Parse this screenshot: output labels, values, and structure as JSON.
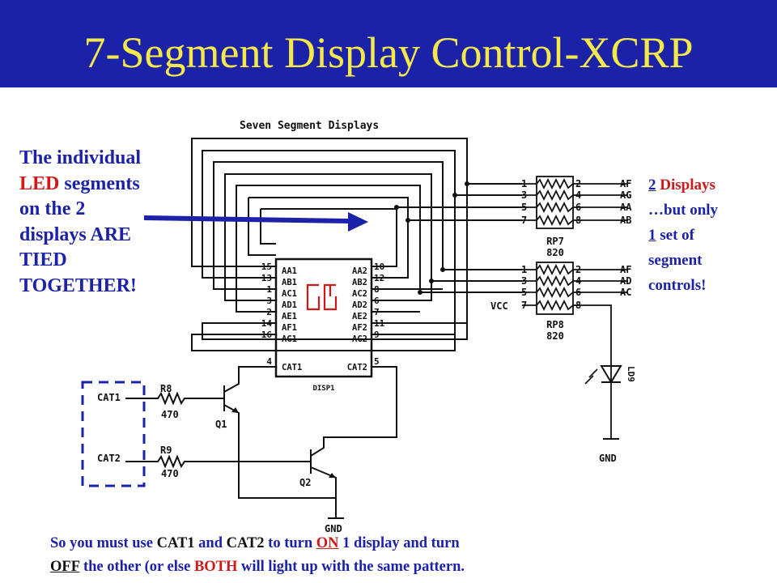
{
  "header": {
    "title": "7-Segment Display Control-XCRP",
    "background": "#1c22a8",
    "title_color": "#f5e94a"
  },
  "colors": {
    "note_blue": "#1c22a8",
    "note_red": "#d01818",
    "schematic": "#111111"
  },
  "schematic": {
    "heading": "Seven Segment Displays",
    "disp": {
      "name": "DISP1",
      "left_pins": [
        {
          "num": "15",
          "name": "AA1"
        },
        {
          "num": "13",
          "name": "AB1"
        },
        {
          "num": "1",
          "name": "AC1"
        },
        {
          "num": "3",
          "name": "AD1"
        },
        {
          "num": "2",
          "name": "AE1"
        },
        {
          "num": "14",
          "name": "AF1"
        },
        {
          "num": "16",
          "name": "AG1"
        },
        {
          "num": "4",
          "name": "CAT1"
        }
      ],
      "right_pins": [
        {
          "num": "10",
          "name": "AA2"
        },
        {
          "num": "12",
          "name": "AB2"
        },
        {
          "num": "8",
          "name": "AC2"
        },
        {
          "num": "6",
          "name": "AD2"
        },
        {
          "num": "7",
          "name": "AE2"
        },
        {
          "num": "11",
          "name": "AF2"
        },
        {
          "num": "9",
          "name": "AG2"
        },
        {
          "num": "5",
          "name": "CAT2"
        }
      ]
    },
    "rp7": {
      "name": "RP7",
      "value": "820",
      "left_pins": [
        "1",
        "3",
        "5",
        "7"
      ],
      "right_pins": [
        "2",
        "4",
        "6",
        "8"
      ],
      "nets": [
        "AF",
        "AG",
        "AA",
        "AB"
      ]
    },
    "rp8": {
      "name": "RP8",
      "value": "820",
      "left_pins": [
        "1",
        "3",
        "5",
        "7"
      ],
      "right_pins": [
        "2",
        "4",
        "6",
        "8"
      ],
      "nets": [
        "AF",
        "AD",
        "AC"
      ],
      "vcc": "VCC"
    },
    "led": "LD9",
    "gnd": "GND",
    "r8": {
      "name": "R8",
      "value": "470",
      "net": "CAT1"
    },
    "r9": {
      "name": "R9",
      "value": "470",
      "net": "CAT2"
    },
    "q1": "Q1",
    "q2": "Q2"
  },
  "notes": {
    "left": {
      "l1": "The individual",
      "l2_red": "LED",
      "l2_rest": " segments",
      "l3": "on the 2",
      "l4": "displays ARE",
      "l5": "TIED",
      "l6": "TOGETHER!"
    },
    "right": {
      "n1": "2",
      "d1": " Displays",
      "l2": "…but only",
      "n2": "1",
      "l3": " set of",
      "l4": "segment",
      "l5": "controls!"
    },
    "bottom": {
      "p1": "So you must use ",
      "cat1": "CAT1",
      "p2": " and ",
      "cat2": "CAT2",
      "p3": " to turn ",
      "on": "ON",
      "p4": " 1 display and turn",
      "off": "OFF",
      "p5": " the other (or else ",
      "both": "BOTH",
      "p6": " will light up with the same pattern."
    }
  }
}
